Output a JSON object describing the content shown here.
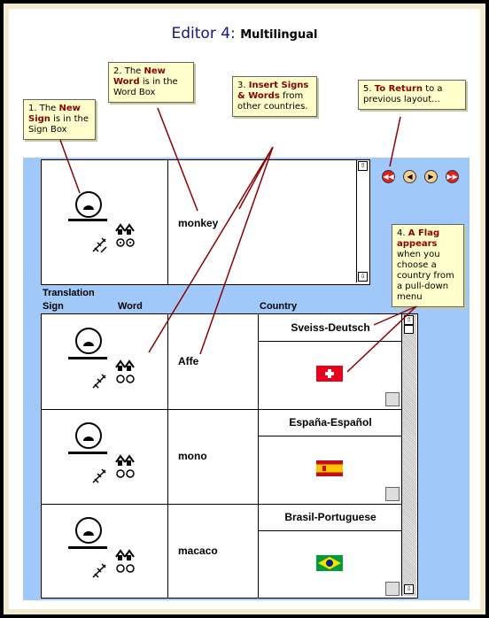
{
  "title": {
    "prefix": "Editor 4:",
    "suffix": "Multilingual"
  },
  "callouts": {
    "c1": {
      "num": "1.",
      "pre": "The",
      "bold": "New Sign",
      "rest": "is in the Sign Box"
    },
    "c2": {
      "num": "2.",
      "pre": "The",
      "bold": "New Word",
      "rest": "is in the Word Box"
    },
    "c3": {
      "num": "3.",
      "bold": "Insert Signs & Words",
      "rest": "from other countries."
    },
    "c4": {
      "num": "4.",
      "bold": "A Flag appears",
      "rest": "when you choose a country from a pull-down menu"
    },
    "c5": {
      "num": "5.",
      "bold": "To Return",
      "rest": "to a previous layout..."
    }
  },
  "editor": {
    "word": "monkey"
  },
  "headers": {
    "translation": "Translation",
    "sign": "Sign",
    "word": "Word",
    "country": "Country"
  },
  "rows": [
    {
      "word": "Affe",
      "country": "Sveiss-Deutsch",
      "flag": "switzerland-flag"
    },
    {
      "word": "mono",
      "country": "España-Español",
      "flag": "spain-flag"
    },
    {
      "word": "macaco",
      "country": "Brasil-Portuguese",
      "flag": "brazil-flag"
    }
  ],
  "nav": [
    "rewind-icon",
    "back-icon",
    "forward-icon",
    "fast-forward-icon"
  ],
  "colors": {
    "panel": "#a0c8f8",
    "callout_bg": "#ffffcc",
    "accent": "#8b0000",
    "title": "#141486"
  }
}
